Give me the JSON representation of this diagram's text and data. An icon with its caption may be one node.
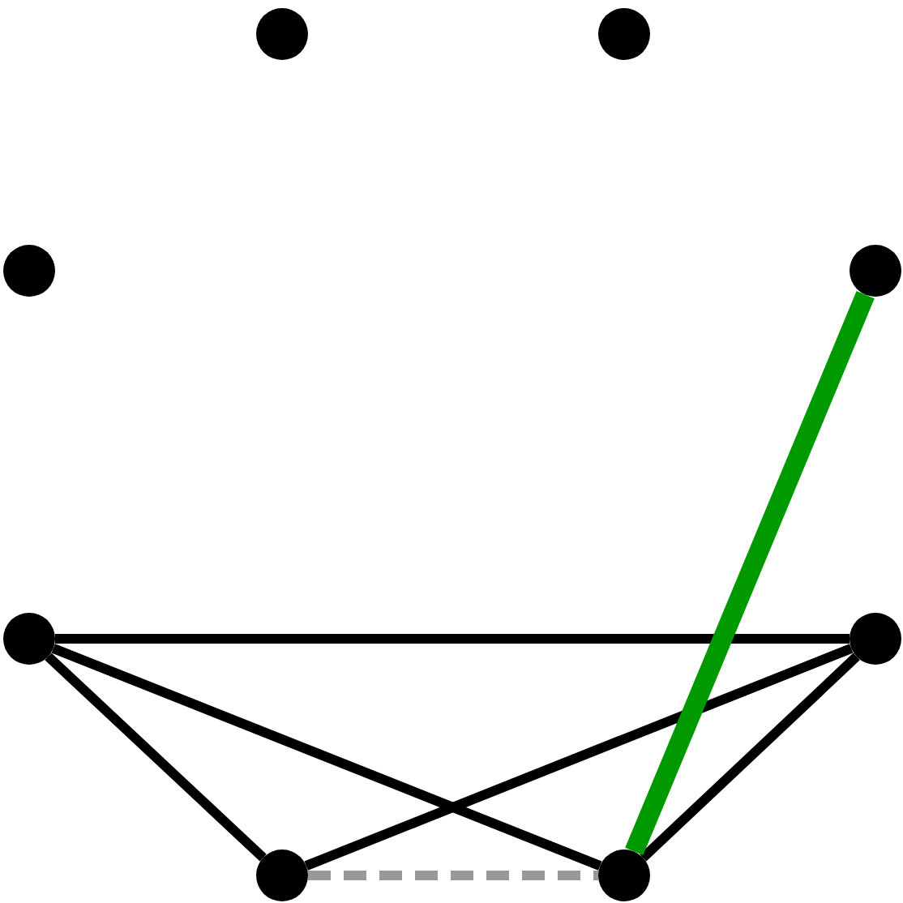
{
  "diagram": {
    "nodes": [
      {
        "text": [],
        "shape": "circle"
      },
      {
        "text": [],
        "shape": "circle"
      },
      {
        "text": [],
        "shape": "circle"
      },
      {
        "text": [],
        "shape": "circle"
      },
      {
        "text": [],
        "shape": "circle"
      },
      {
        "text": [],
        "shape": "circle"
      },
      {
        "text": [],
        "shape": "circle"
      },
      {
        "text": [],
        "shape": "circle"
      }
    ],
    "edges": [
      {
        "from": 4,
        "to": 5,
        "arrow": "none"
      },
      {
        "from": 4,
        "to": 6,
        "arrow": "none"
      },
      {
        "from": 4,
        "to": 7,
        "arrow": "none"
      },
      {
        "from": 5,
        "to": 6,
        "arrow": "none"
      },
      {
        "from": 5,
        "to": 7,
        "arrow": "none"
      },
      {
        "from": 3,
        "to": 7,
        "arrow": "none",
        "style": "thick",
        "color": "#009900"
      },
      {
        "from": 6,
        "to": 7,
        "arrow": "none",
        "style": "dashed",
        "color": "#999999"
      }
    ]
  }
}
